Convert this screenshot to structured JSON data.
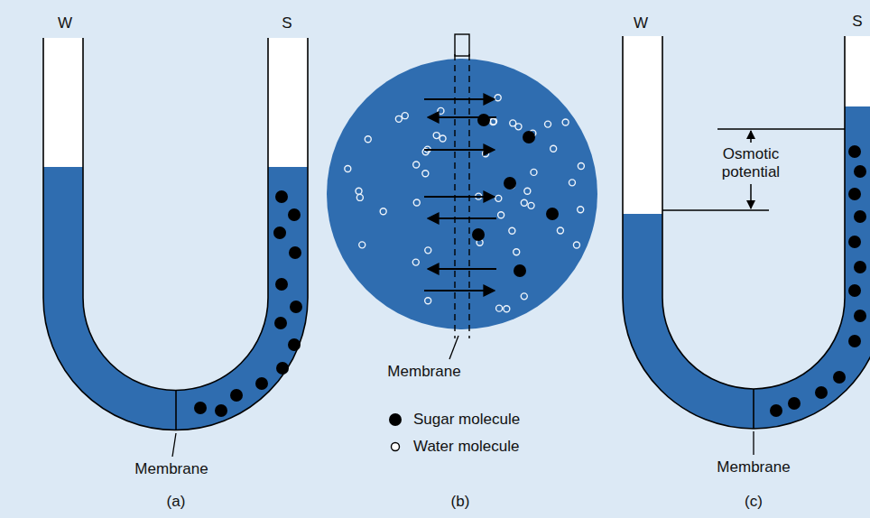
{
  "diagram": {
    "labels": [
      "W",
      "S",
      "Membrane",
      "(a)",
      "Membrane",
      "(b)",
      "W",
      "S",
      "Osmotic potential",
      "Membrane",
      "(c)"
    ],
    "legend": [
      {
        "text": "Sugar molecule"
      },
      {
        "text": "Water molecule"
      }
    ]
  }
}
